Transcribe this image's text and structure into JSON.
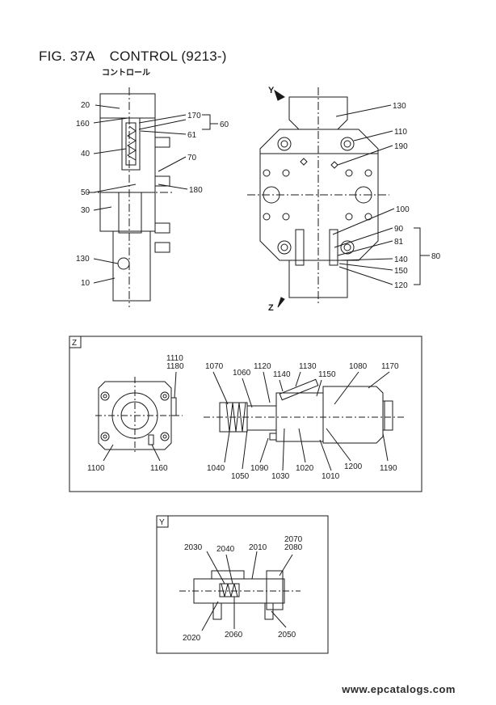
{
  "figure": {
    "number": "FIG. 37A",
    "name": "CONTROL (9213-)",
    "subtitle_jp": "コントロール"
  },
  "side_view_labels": {
    "p20": "20",
    "p160": "160",
    "p170": "170",
    "p60": "60",
    "p61": "61",
    "p40": "40",
    "p70": "70",
    "p50": "50",
    "p180": "180",
    "p30": "30",
    "p130": "130",
    "p10": "10"
  },
  "top_view_labels": {
    "dirY": "Y",
    "dirZ": "Z",
    "p130": "130",
    "p110": "110",
    "p190": "190",
    "p100": "100",
    "p90": "90",
    "p81": "81",
    "p140": "140",
    "p150": "150",
    "p120": "120",
    "p80": "80"
  },
  "view_z": {
    "label": "Z",
    "parts": {
      "p1110": "1110",
      "p1180": "1180",
      "p1070": "1070",
      "p1060": "1060",
      "p1120": "1120",
      "p1130": "1130",
      "p1140": "1140",
      "p1150": "1150",
      "p1080": "1080",
      "p1170": "1170",
      "p1100": "1100",
      "p1160": "1160",
      "p1040": "1040",
      "p1050": "1050",
      "p1090": "1090",
      "p1030": "1030",
      "p1020": "1020",
      "p1010": "1010",
      "p1200": "1200",
      "p1190": "1190"
    }
  },
  "view_y": {
    "label": "Y",
    "parts": {
      "p2030": "2030",
      "p2040": "2040",
      "p2010": "2010",
      "p2070": "2070",
      "p2080": "2080",
      "p2020": "2020",
      "p2060": "2060",
      "p2050": "2050"
    }
  },
  "watermark": "www.epcatalogs.com"
}
